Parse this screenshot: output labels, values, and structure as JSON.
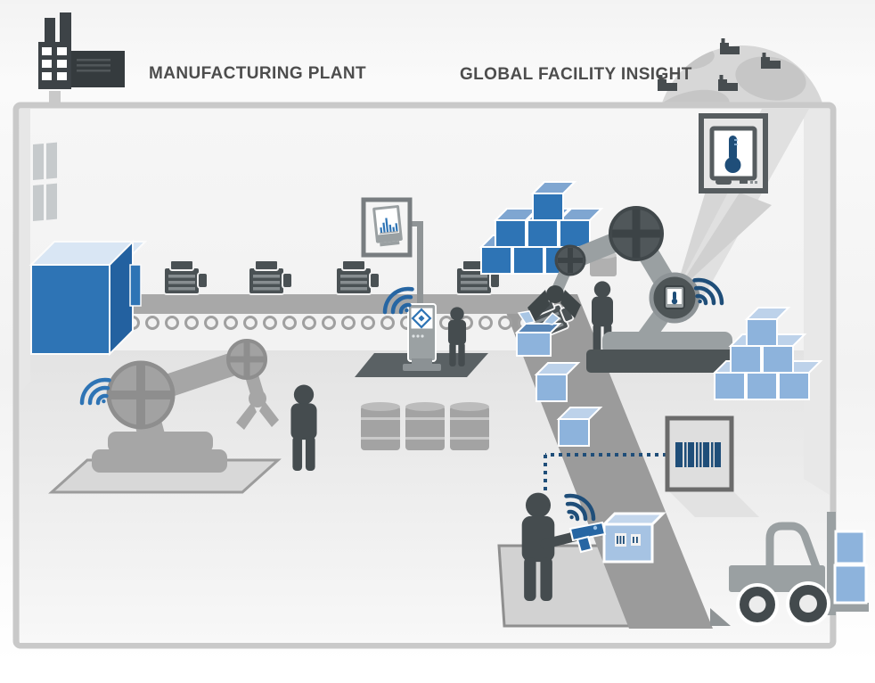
{
  "header": {
    "plant_label": "MANUFACTURING PLANT",
    "insight_label": "GLOBAL FACILITY INSIGHT"
  },
  "palette": {
    "accent_blue": "#2e74b5",
    "navy_blue": "#1f4e79",
    "light_blue": "#8db3dc",
    "pale_blue_top": "#d9e6f4",
    "dark_gray": "#454c4f",
    "medium_gray": "#9aa0a2",
    "light_gray": "#d7d7d7",
    "room_border": "#c9c9c9"
  },
  "scene": {
    "icons": [
      "factory-icon",
      "globe-icon",
      "window-icon",
      "machine-cabinet",
      "conveyor-belt",
      "engine-part-icon",
      "robotic-arm-icon",
      "wifi-signal-icon",
      "worker-icon",
      "kiosk-terminal",
      "dashboard-monitor-icon",
      "bar-chart-icon",
      "stacked-boxes-blue",
      "stacked-boxes-light",
      "gripper-claw-icon",
      "temperature-monitor-icon",
      "thermometer-icon",
      "temperature-sensor-badge",
      "storage-drums",
      "outfeed-conveyor",
      "open-box-icon",
      "carton-box-icon",
      "barcode-panel",
      "barcode-icon",
      "barcode-scanner-icon",
      "dotted-data-link",
      "forklift-icon",
      "pallet-load-boxes"
    ],
    "counts": {
      "workers": 4,
      "robotic_arms": 2,
      "conveyor_engines": 4,
      "storage_drums": 3,
      "wifi_signals": 4,
      "globe_factories": 4
    }
  }
}
